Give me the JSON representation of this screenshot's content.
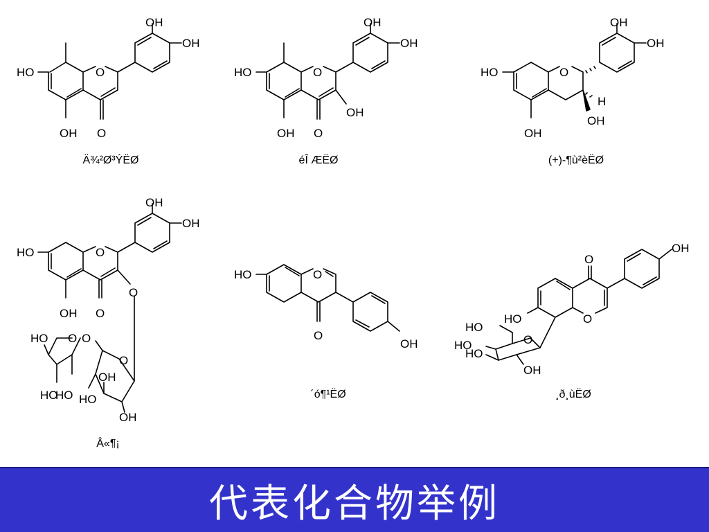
{
  "colors": {
    "footer_bg": "#3333cc",
    "footer_text": "#ffffff"
  },
  "footer": {
    "title": "代表化合物举例"
  },
  "captions": {
    "c1": "Ä¾²Ø³ÝËØ",
    "c2": "éÎ ÆËØ",
    "c3": "(+)-¶ù²èËØ",
    "c4": "Â«¶¡",
    "c5": "´ó¶¹ËØ",
    "c6": "¸ð¸ùËØ"
  },
  "atom_labels": {
    "OH": "OH",
    "HO": "HO",
    "O": "O",
    "H": "H"
  }
}
